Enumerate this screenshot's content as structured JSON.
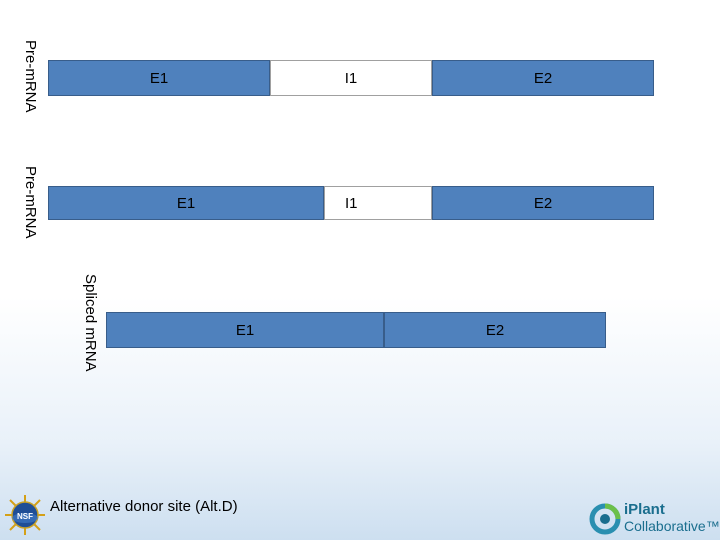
{
  "rows": [
    {
      "label": "Pre-mRNA",
      "segments": [
        {
          "kind": "exon",
          "text": "E1"
        },
        {
          "kind": "intron",
          "text": "I1"
        },
        {
          "kind": "exon",
          "text": "E2"
        }
      ]
    },
    {
      "label": "Pre-mRNA",
      "segments": [
        {
          "kind": "exon",
          "text": "E1"
        },
        {
          "kind": "intron",
          "text": "I1"
        },
        {
          "kind": "exon",
          "text": "E2"
        }
      ]
    },
    {
      "label": "Spliced mRNA",
      "segments": [
        {
          "kind": "exon",
          "text": "E1"
        },
        {
          "kind": "exon",
          "text": "E2"
        }
      ]
    }
  ],
  "caption": "Alternative donor site (Alt.D)",
  "logos": {
    "nsf": "NSF",
    "iplant_line1": "iPlant",
    "iplant_line2": "Collaborative™"
  },
  "colors": {
    "exon": "#4f81bd",
    "intron": "#ffffff"
  }
}
